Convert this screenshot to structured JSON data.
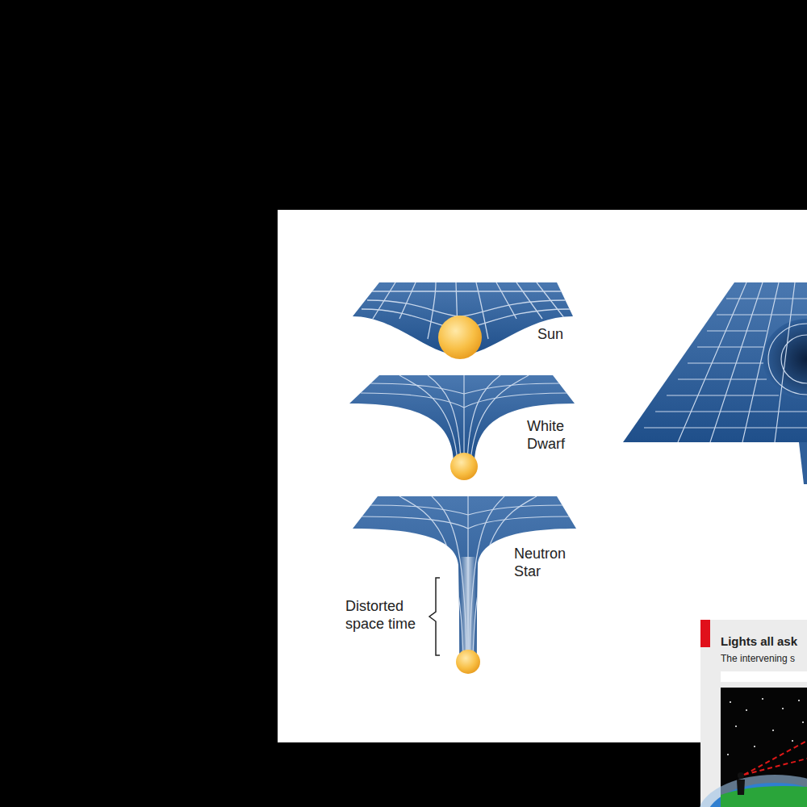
{
  "diagram": {
    "labels": [
      "Sun",
      "White Dwarf",
      "Neutron Star",
      "Distorted space time",
      "Lights all ask",
      "The intervening s"
    ]
  }
}
